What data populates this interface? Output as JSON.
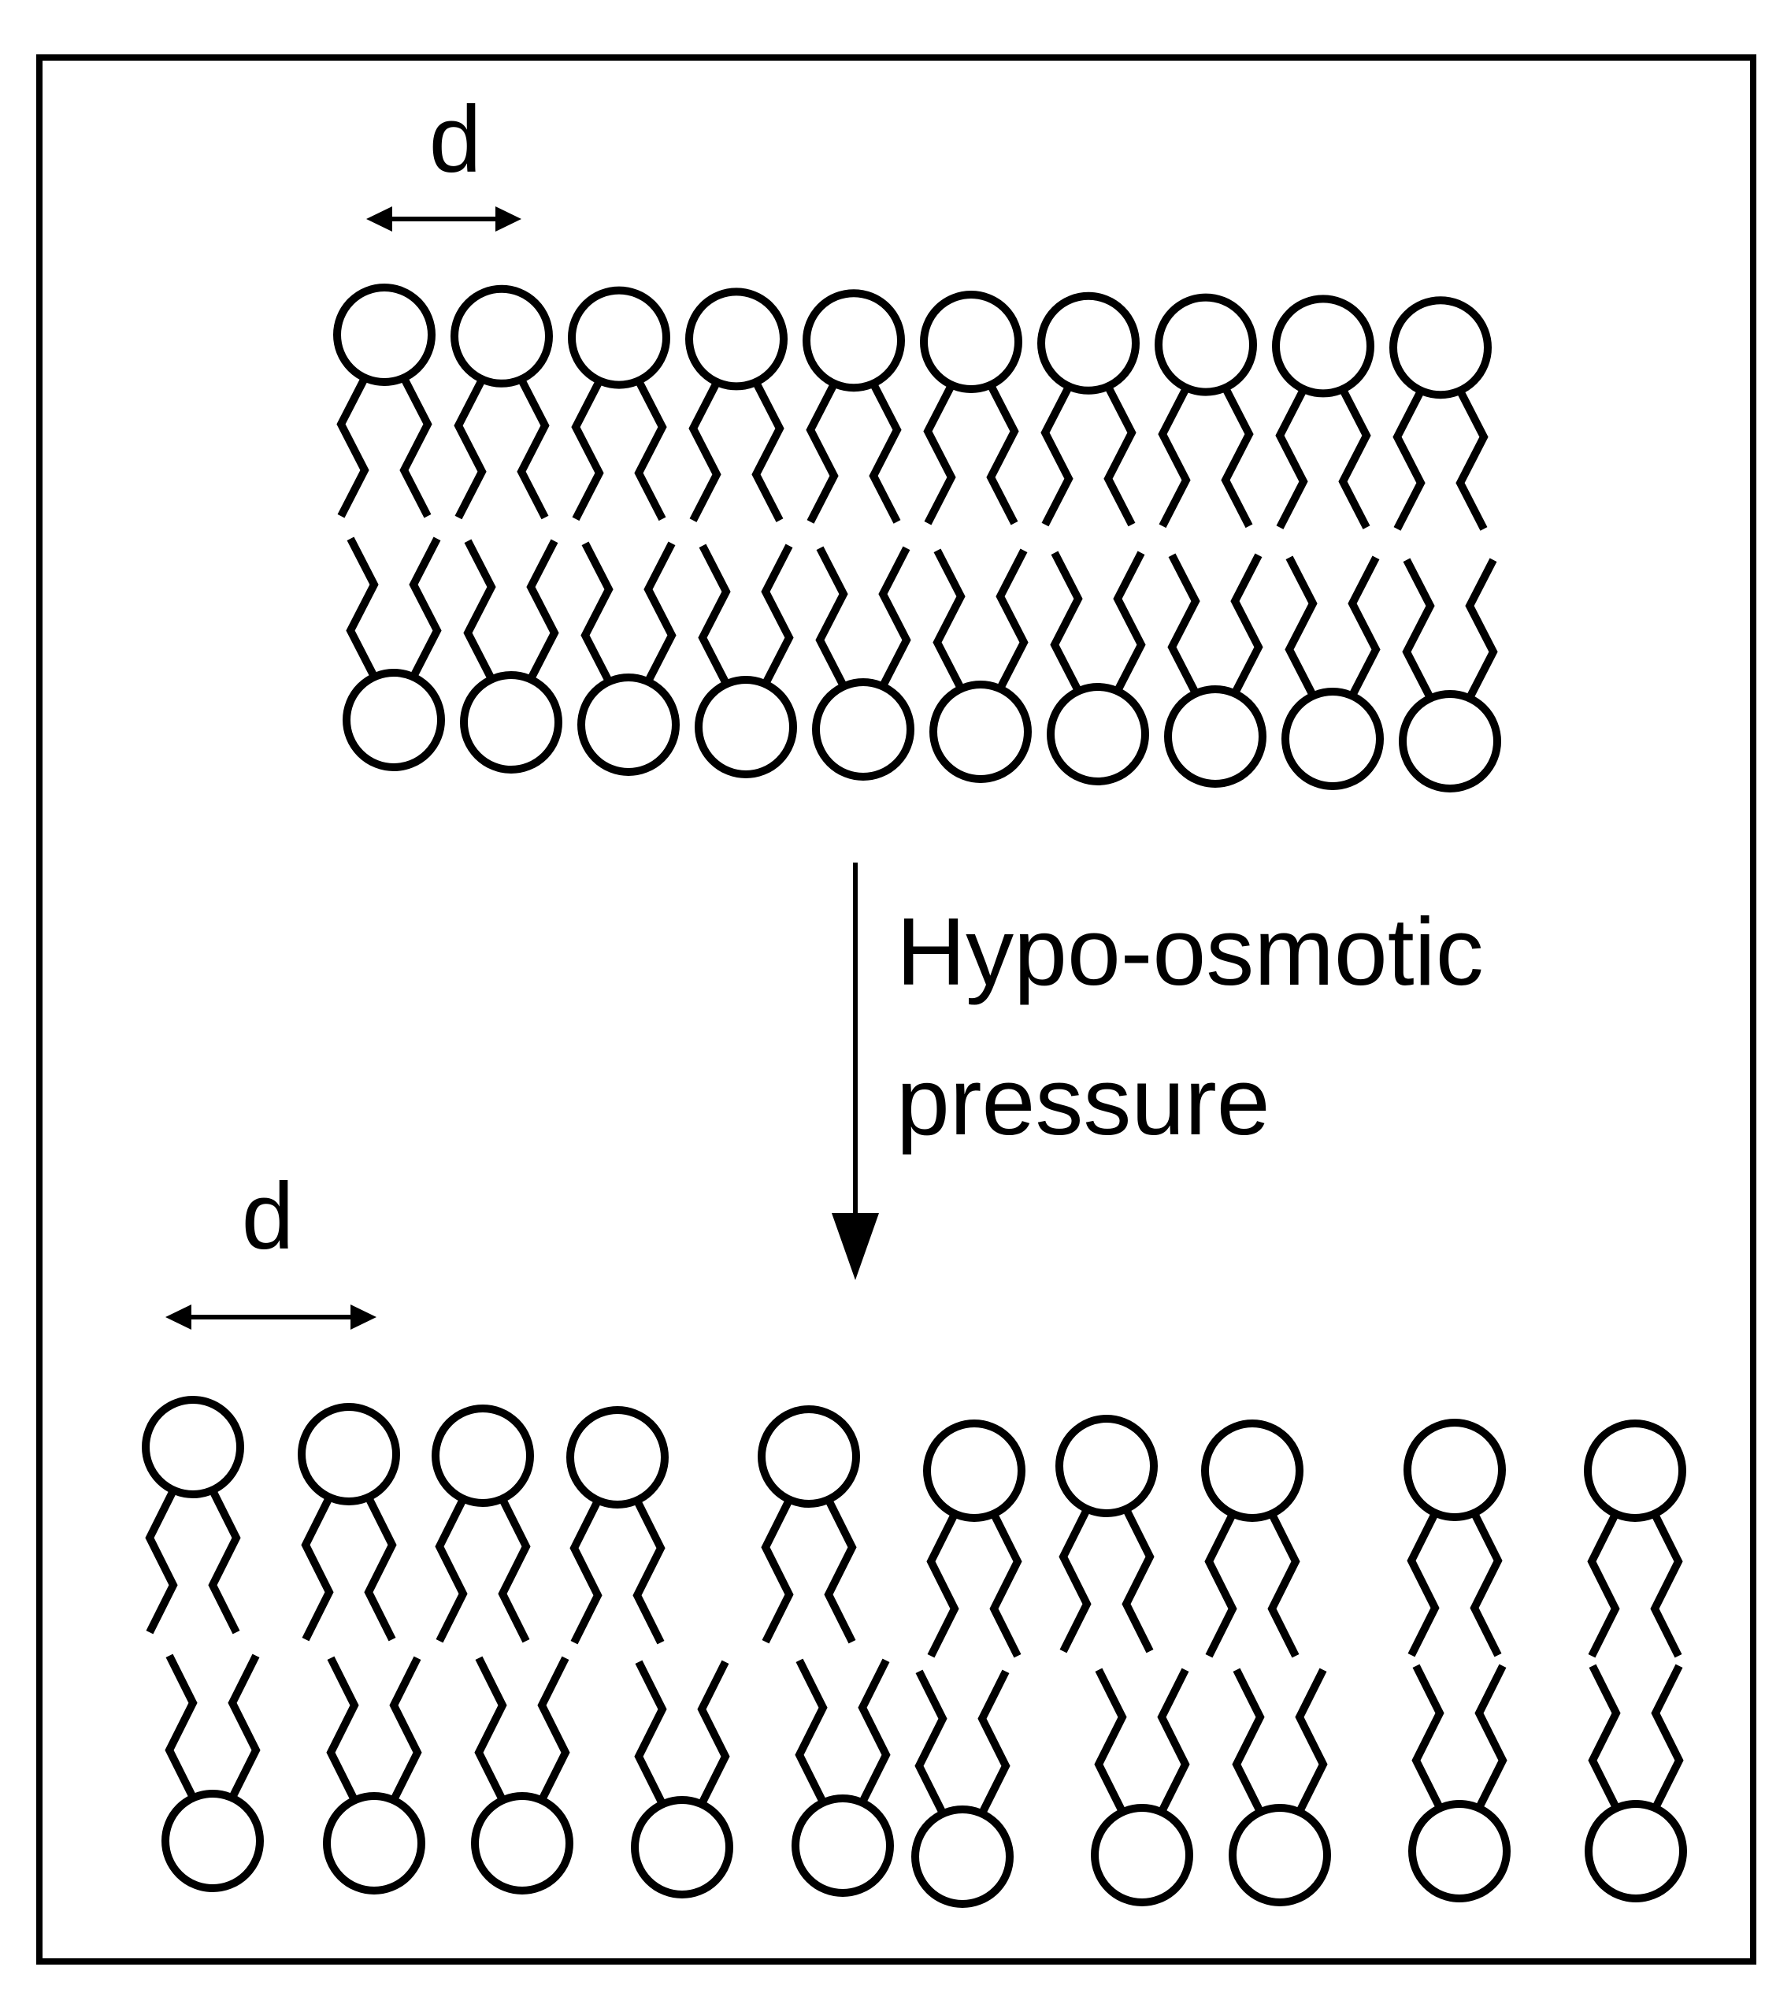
{
  "top_spacing_label": "d",
  "bottom_spacing_label": "d",
  "process_label": [
    "Hypo-osmotic",
    "pressure"
  ],
  "top_bilayer": {
    "lipid_count": 10
  },
  "bottom_bilayer": {
    "lipid_count": 10
  }
}
